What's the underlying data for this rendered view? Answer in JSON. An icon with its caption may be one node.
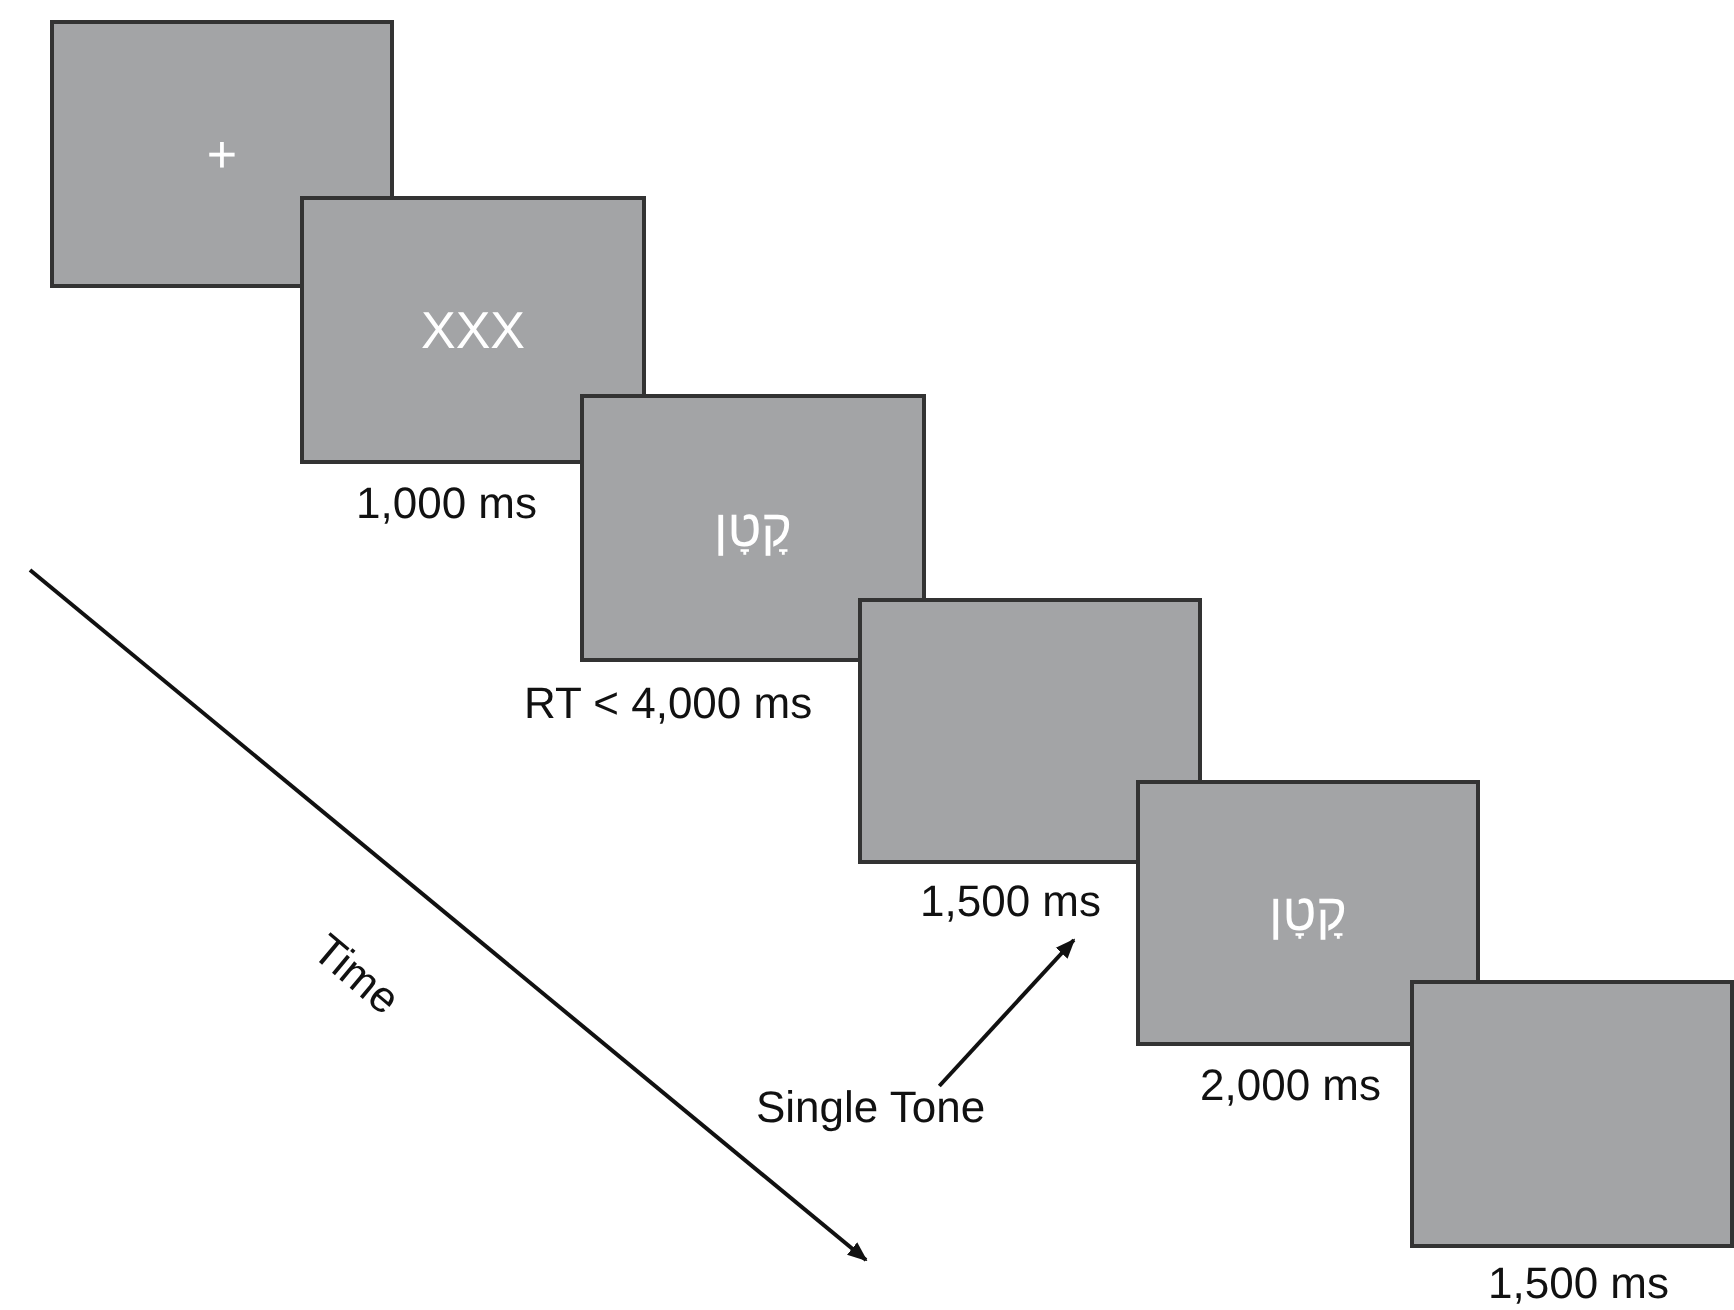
{
  "diagram": {
    "nodes": [
      {
        "text": [
          "+"
        ]
      },
      {
        "text": [
          "XXX"
        ],
        "beside": [
          "1,000 ms"
        ]
      },
      {
        "text": [
          "קָטָן"
        ],
        "beside": [
          "RT < 4,000 ms"
        ]
      },
      {
        "text": [],
        "shape": "box",
        "beside": [
          "1,500 ms"
        ]
      },
      {
        "text": [
          "קָטָן"
        ],
        "beside": [
          "2,000 ms"
        ]
      },
      {
        "text": [],
        "shape": "box",
        "beside": [
          "1,500 ms"
        ]
      },
      {
        "text": [
          "Single Tone"
        ]
      }
    ],
    "edges": [
      {
        "from": 6,
        "to": 3,
        "arrow": "to"
      }
    ],
    "labels": [
      "Time"
    ]
  }
}
